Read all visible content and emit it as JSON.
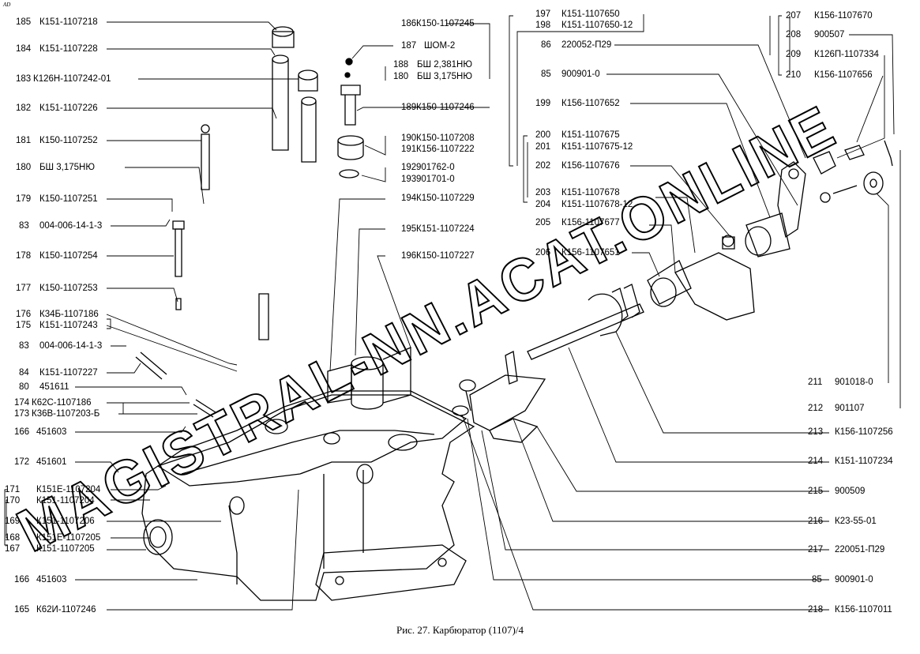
{
  "corner_mark": "AD",
  "caption": "Рис. 27. Карбюратор (1107)/4",
  "watermark": "MAGISTRAL-NN.ACAT.ONLINE",
  "callouts": [
    {
      "num": "185",
      "part": "К151-1107218"
    },
    {
      "num": "184",
      "part": "К151-1107228"
    },
    {
      "num": "183",
      "part": "К126Н-1107242-01"
    },
    {
      "num": "182",
      "part": "К151-1107226"
    },
    {
      "num": "181",
      "part": "К150-1107252"
    },
    {
      "num": "180",
      "part": "БШ 3,175НЮ"
    },
    {
      "num": "179",
      "part": "К150-1107251"
    },
    {
      "num": "83",
      "part": "004-006-14-1-3"
    },
    {
      "num": "178",
      "part": "К150-1107254"
    },
    {
      "num": "177",
      "part": "К150-1107253"
    },
    {
      "num": "176",
      "part": "К34Б-1107186"
    },
    {
      "num": "175",
      "part": "К151-1107243"
    },
    {
      "num": "83",
      "part": "004-006-14-1-3"
    },
    {
      "num": "84",
      "part": "К151-1107227"
    },
    {
      "num": "80",
      "part": "451611"
    },
    {
      "num": "174",
      "part": "К62С-1107186"
    },
    {
      "num": "173",
      "part": "К36В-1107203-Б"
    },
    {
      "num": "166",
      "part": "451603"
    },
    {
      "num": "172",
      "part": "451601"
    },
    {
      "num": "171",
      "part": "К151Е-1107204"
    },
    {
      "num": "170",
      "part": "К151-1107204"
    },
    {
      "num": "169",
      "part": "К151-1107206"
    },
    {
      "num": "168",
      "part": "К151Е-1107205"
    },
    {
      "num": "167",
      "part": "К151-1107205"
    },
    {
      "num": "166",
      "part": "451603"
    },
    {
      "num": "165",
      "part": "К62И-1107246"
    },
    {
      "num": "186",
      "part": "К150-1107245"
    },
    {
      "num": "187",
      "part": "ШОМ-2"
    },
    {
      "num": "188",
      "part": "БШ 2,381НЮ"
    },
    {
      "num": "180",
      "part": "БШ 3,175НЮ"
    },
    {
      "num": "189",
      "part": "К150-1107246"
    },
    {
      "num": "190",
      "part": "К150-1107208"
    },
    {
      "num": "191",
      "part": "К156-1107222"
    },
    {
      "num": "192",
      "part": "901762-0"
    },
    {
      "num": "193",
      "part": "901701-0"
    },
    {
      "num": "194",
      "part": "К150-1107229"
    },
    {
      "num": "195",
      "part": "К151-1107224"
    },
    {
      "num": "196",
      "part": "К150-1107227"
    },
    {
      "num": "197",
      "part": "К151-1107650"
    },
    {
      "num": "198",
      "part": "К151-1107650-12"
    },
    {
      "num": "86",
      "part": "220052-П29"
    },
    {
      "num": "85",
      "part": "900901-0"
    },
    {
      "num": "199",
      "part": "К156-1107652"
    },
    {
      "num": "200",
      "part": "К151-1107675"
    },
    {
      "num": "201",
      "part": "К151-1107675-12"
    },
    {
      "num": "202",
      "part": "К156-1107676"
    },
    {
      "num": "203",
      "part": "К151-1107678"
    },
    {
      "num": "204",
      "part": "К151-1107678-12"
    },
    {
      "num": "205",
      "part": "К156-1107677"
    },
    {
      "num": "206",
      "part": "К156-1107651"
    },
    {
      "num": "207",
      "part": "К156-1107670"
    },
    {
      "num": "208",
      "part": "900507"
    },
    {
      "num": "209",
      "part": "К126П-1107334"
    },
    {
      "num": "210",
      "part": "К156-1107656"
    },
    {
      "num": "211",
      "part": "901018-0"
    },
    {
      "num": "212",
      "part": "901107"
    },
    {
      "num": "213",
      "part": "К156-1107256"
    },
    {
      "num": "214",
      "part": "К151-1107234"
    },
    {
      "num": "215",
      "part": "900509"
    },
    {
      "num": "216",
      "part": "К23-55-01"
    },
    {
      "num": "217",
      "part": "220051-П29"
    },
    {
      "num": "85",
      "part": "900901-0"
    },
    {
      "num": "218",
      "part": "К156-1107011"
    }
  ]
}
